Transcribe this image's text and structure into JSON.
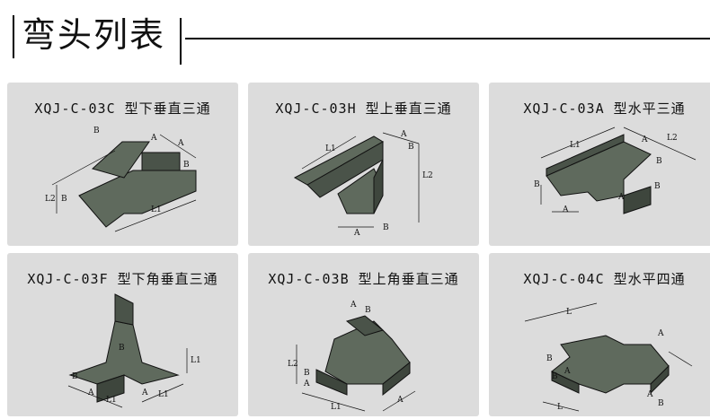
{
  "header": {
    "title": "弯头列表"
  },
  "products": [
    {
      "code": "XQJ-C-03C",
      "name": "型下垂直三通",
      "dims": [
        "B",
        "A",
        "A",
        "B",
        "L2",
        "B",
        "L1"
      ]
    },
    {
      "code": "XQJ-C-03H",
      "name": "型上垂直三通",
      "dims": [
        "L1",
        "A",
        "B",
        "L2",
        "A",
        "B"
      ]
    },
    {
      "code": "XQJ-C-03A",
      "name": "型水平三通",
      "dims": [
        "L1",
        "A",
        "L2",
        "B",
        "B",
        "A",
        "A",
        "B"
      ]
    },
    {
      "code": "XQJ-C-03F",
      "name": "型下角垂直三通",
      "dims": [
        "B",
        "L1",
        "B",
        "A",
        "L1",
        "A",
        "L1"
      ]
    },
    {
      "code": "XQJ-C-03B",
      "name": "型上角垂直三通",
      "dims": [
        "A",
        "B",
        "L2",
        "B",
        "L1",
        "A",
        "A"
      ]
    },
    {
      "code": "XQJ-C-04C",
      "name": "型水平四通",
      "dims": [
        "L",
        "A",
        "B",
        "A",
        "B",
        "A",
        "B",
        "L"
      ]
    }
  ],
  "colors": {
    "card_bg": "#dcdcdc",
    "fitting_fill": "#5f6a5d",
    "fitting_dark": "#3e463d",
    "line": "#111111"
  }
}
